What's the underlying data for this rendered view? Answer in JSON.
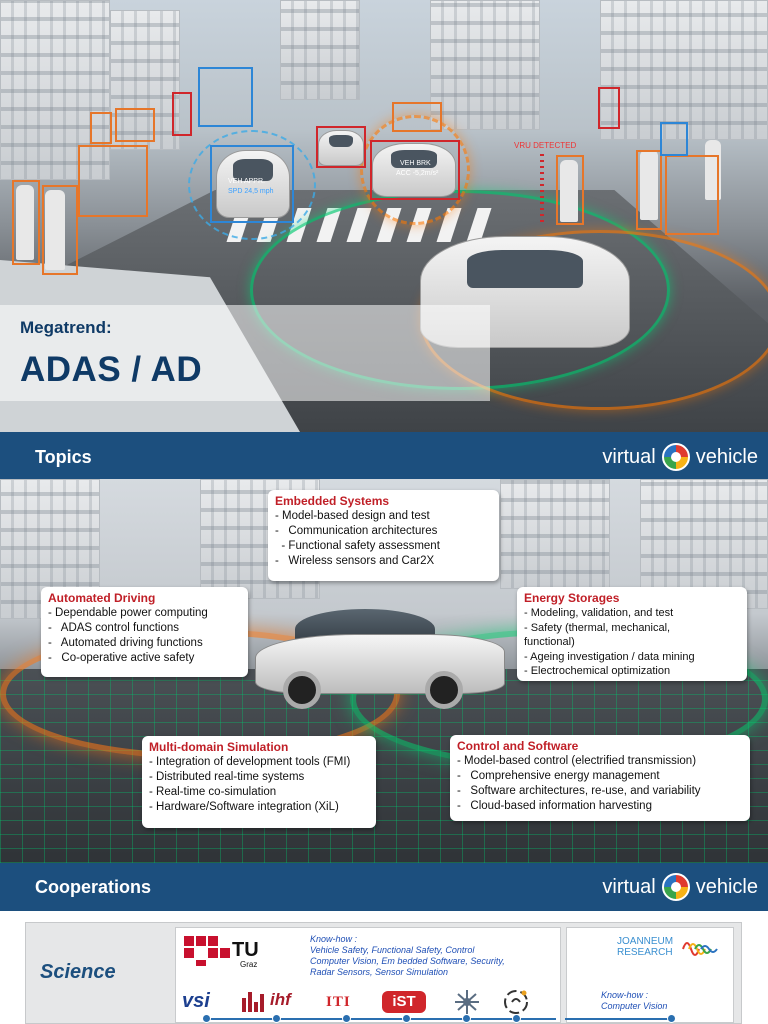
{
  "hero": {
    "kicker": "Megatrend:",
    "title": "ADAS / AD",
    "labels": {
      "veh_appr": "VEH APPR.",
      "veh_appr_spd": "SPD 24,5 mph",
      "veh_brk": "VEH BRK",
      "veh_brk_acc": "ACC -5,2m/s²",
      "vru": "VRU DETECTED"
    }
  },
  "topics_banner": {
    "title": "Topics"
  },
  "cooperations_banner": {
    "title": "Cooperations"
  },
  "brand": {
    "left": "virtual",
    "right": "vehicle"
  },
  "cards": {
    "embedded": {
      "title": "Embedded Systems",
      "lines": [
        "- Model-based design and test",
        "-   Communication architectures",
        "  - Functional safety assessment",
        "-   Wireless sensors and Car2X"
      ]
    },
    "automated": {
      "title": "Automated Driving",
      "lines": [
        "- Dependable power computing",
        "-   ADAS control functions",
        "-   Automated driving functions",
        "-   Co-operative active safety"
      ]
    },
    "energy": {
      "title": "Energy Storages",
      "lines": [
        "- Modeling, validation, and test",
        "- Safety (thermal, mechanical,",
        "functional)",
        "- Ageing investigation / data mining",
        "- Electrochemical optimization"
      ]
    },
    "multidomain": {
      "title": "Multi-domain Simulation",
      "lines": [
        "- Integration of development tools (FMI)",
        "- Distributed real-time systems",
        "- Real-time co-simulation",
        "- Hardware/Software integration (XiL)"
      ]
    },
    "control": {
      "title": "Control and Software",
      "lines": [
        "- Model-based control (electrified transmission)",
        "-   Comprehensive energy management",
        "-   Software architectures, re-use, and variability",
        "-   Cloud-based information harvesting"
      ]
    }
  },
  "science": {
    "label": "Science",
    "tu_main": "TU",
    "tu_sub": "Graz",
    "knowhow_title": "Know-how :",
    "knowhow_lines": [
      "Vehicle Safety, Functional Safety, Control",
      "Computer Vision, Em bedded Software, Security,",
      "Radar Sensors, Sensor Simulation"
    ],
    "logos": {
      "vsi": "vsi",
      "ihf": "ihf",
      "iti": "ITI",
      "ist": "iST"
    },
    "joanneum_line1": "JOANNEUM",
    "joanneum_line2": "RESEARCH",
    "right_knowhow_title": "Know-how :",
    "right_knowhow_text": "Computer Vision"
  },
  "colors": {
    "navy": "#1c4f7e",
    "accent_red": "#c01f27",
    "tu_red": "#c8102e"
  }
}
